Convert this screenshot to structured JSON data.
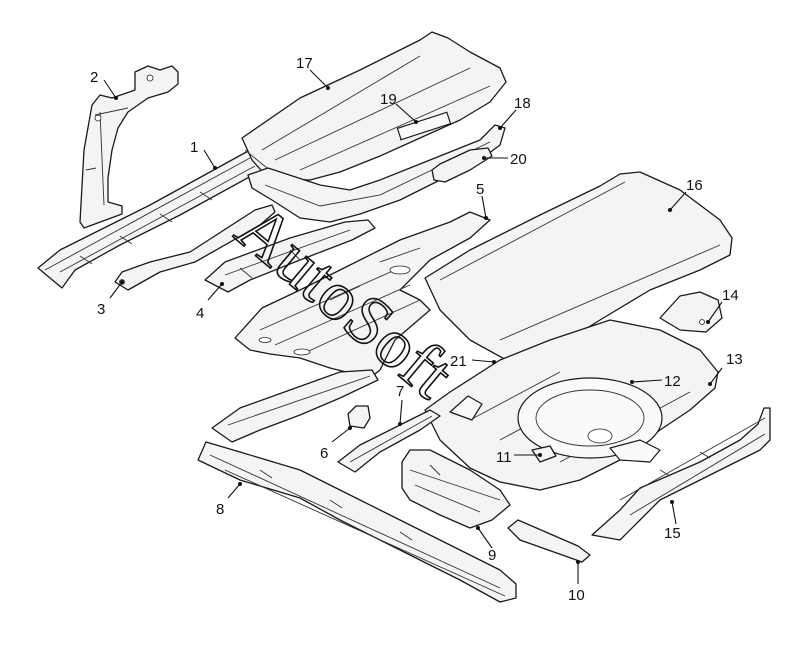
{
  "callouts": [
    {
      "id": "1",
      "label": "1"
    },
    {
      "id": "2",
      "label": "2"
    },
    {
      "id": "3",
      "label": "3"
    },
    {
      "id": "4",
      "label": "4"
    },
    {
      "id": "5",
      "label": "5"
    },
    {
      "id": "6",
      "label": "6"
    },
    {
      "id": "7",
      "label": "7"
    },
    {
      "id": "8",
      "label": "8"
    },
    {
      "id": "9",
      "label": "9"
    },
    {
      "id": "10",
      "label": "10"
    },
    {
      "id": "11",
      "label": "11"
    },
    {
      "id": "12",
      "label": "12"
    },
    {
      "id": "13",
      "label": "13"
    },
    {
      "id": "14",
      "label": "14"
    },
    {
      "id": "15",
      "label": "15"
    },
    {
      "id": "16",
      "label": "16"
    },
    {
      "id": "17",
      "label": "17"
    },
    {
      "id": "18",
      "label": "18"
    },
    {
      "id": "19",
      "label": "19"
    },
    {
      "id": "20",
      "label": "20"
    },
    {
      "id": "21",
      "label": "21"
    }
  ],
  "watermark": "AutoSoft"
}
